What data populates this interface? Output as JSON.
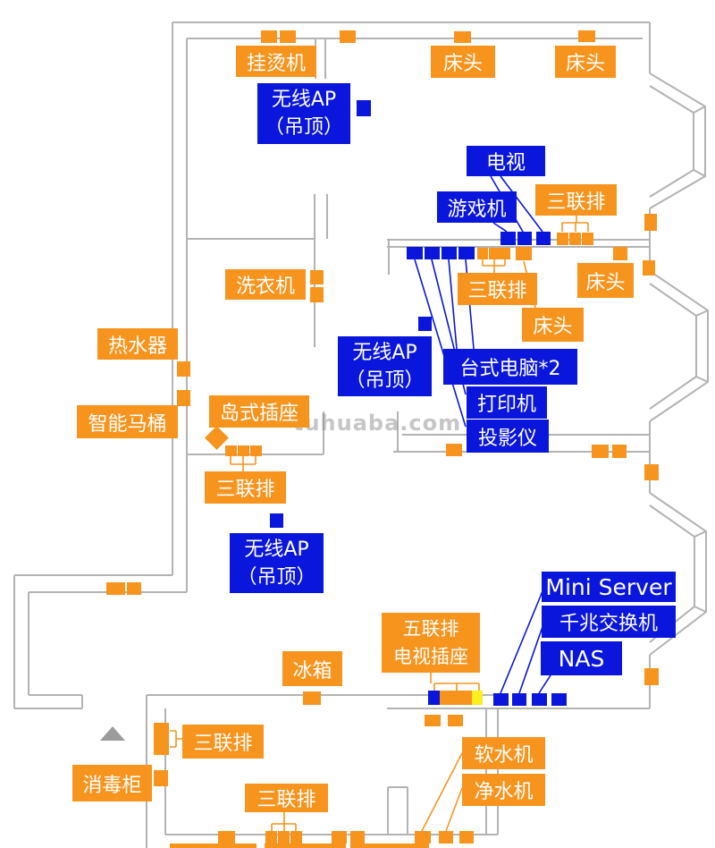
{
  "watermark": "tuhuaba.com",
  "colors": {
    "orange": "#F7941E",
    "blue": "#0A16DB",
    "yellow": "#FCEE21",
    "wall": "#B3B3B3"
  },
  "labels": {
    "garment_steamer": "挂烫机",
    "bedside": "床头",
    "wireless_ap_line1": "无线AP",
    "wireless_ap_line2": "（吊顶）",
    "tv": "电视",
    "game_console": "游戏机",
    "triple_strip": "三联排",
    "washing_machine": "洗衣机",
    "water_heater": "热水器",
    "island_socket": "岛式插座",
    "smart_toilet": "智能马桶",
    "desktop_pc": "台式电脑*2",
    "printer": "打印机",
    "projector": "投影仪",
    "mini_server": "Mini Server",
    "gigabit_switch": "千兆交换机",
    "nas": "NAS",
    "fridge": "冰箱",
    "five_strip_tv_line1": "五联排",
    "five_strip_tv_line2": "电视插座",
    "disinfection_cabinet": "消毒柜",
    "water_softener": "软水机",
    "water_purifier": "净水机"
  }
}
